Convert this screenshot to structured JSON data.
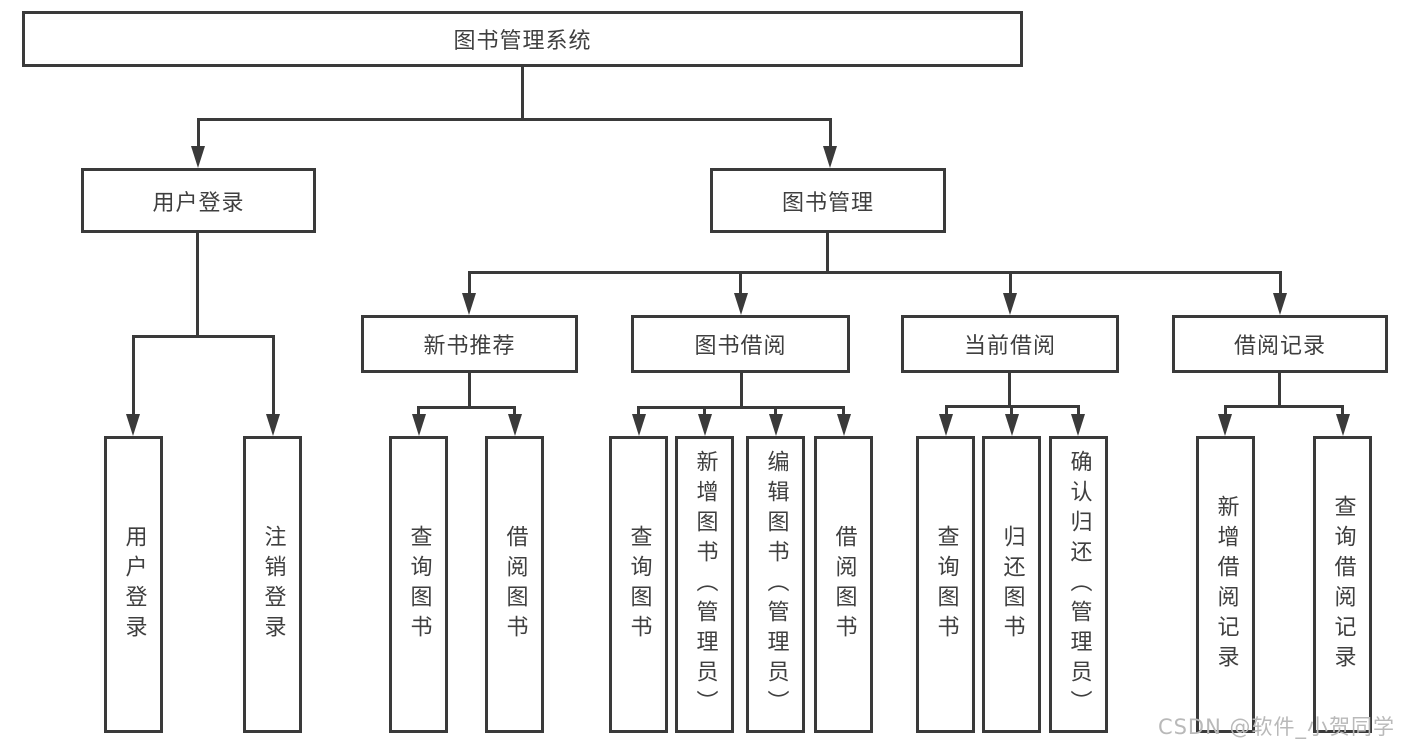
{
  "diagram": {
    "root": {
      "label": "图书管理系统"
    },
    "level2": [
      {
        "id": "user-login",
        "label": "用户登录"
      },
      {
        "id": "book-management",
        "label": "图书管理"
      }
    ],
    "level3": [
      {
        "id": "new-book-recommend",
        "label": "新书推荐"
      },
      {
        "id": "book-borrowing",
        "label": "图书借阅"
      },
      {
        "id": "current-borrowing",
        "label": "当前借阅"
      },
      {
        "id": "borrowing-records",
        "label": "借阅记录"
      }
    ],
    "leaves": {
      "user_login": [
        {
          "label": "用户登录"
        },
        {
          "label": "注销登录"
        }
      ],
      "new_book_recommend": [
        {
          "label": "查询图书"
        },
        {
          "label": "借阅图书"
        }
      ],
      "book_borrowing": [
        {
          "label": "查询图书"
        },
        {
          "label": "新增图书（管理员）"
        },
        {
          "label": "编辑图书（管理员）"
        },
        {
          "label": "借阅图书"
        }
      ],
      "current_borrowing": [
        {
          "label": "查询图书"
        },
        {
          "label": "归还图书"
        },
        {
          "label": "确认归还（管理员）"
        }
      ],
      "borrowing_records": [
        {
          "label": "新增借阅记录"
        },
        {
          "label": "查询借阅记录"
        }
      ]
    }
  },
  "watermark": {
    "text": "CSDN @软件_小贺同学"
  },
  "colors": {
    "line": "#3a3a3a",
    "text": "#3f3f3f",
    "watermark": "#b9b9b9",
    "background": "#ffffff"
  }
}
